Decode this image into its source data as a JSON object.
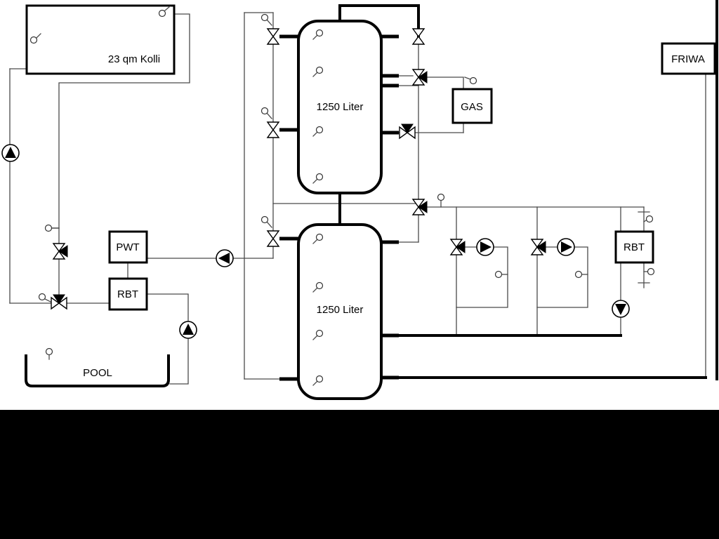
{
  "labels": {
    "collector": "23 qm Kolli",
    "tank_top": "1250 Liter",
    "tank_bottom": "1250 Liter",
    "gas": "GAS",
    "friwa": "FRIWA",
    "pwt": "PWT",
    "rbt_left": "RBT",
    "rbt_right": "RBT",
    "pool": "POOL"
  },
  "colors": {
    "background": "#ffffff",
    "line": "#4a4a4a",
    "pipe": "#000000",
    "letterbox": "#000000"
  }
}
